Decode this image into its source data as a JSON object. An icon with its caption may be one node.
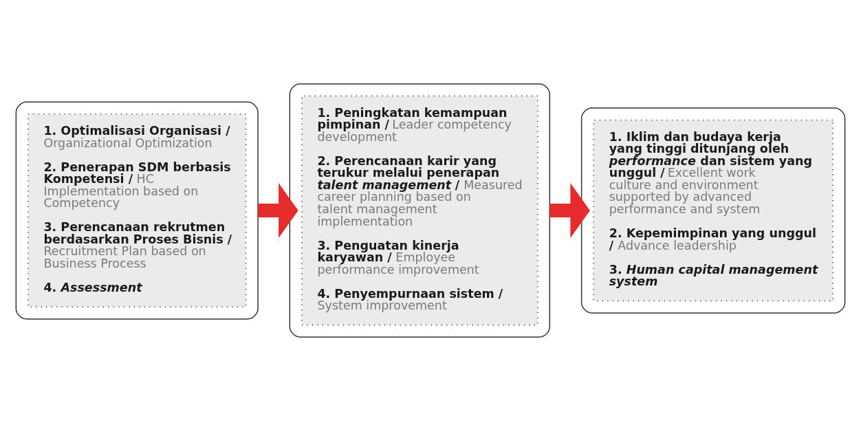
{
  "diagram": {
    "nodes": [
      {
        "text": [],
        "shape": "box"
      },
      {
        "text": [
          "1. Optimalisasi Organisasi /",
          "Organizational Optimization",
          "2. Penerapan SDM berbasis Kompetensi /",
          "HC Implementation based on Competency",
          "3. Perencanaan rekrutmen berdasarkan Proses Bisnis /",
          "Recruitment Plan based on Business Process",
          "4. *Assessment*"
        ],
        "in": 0
      },
      {
        "text": [],
        "shape": "box"
      },
      {
        "text": [
          "1. Peningkatan kemampuan pimpinan /",
          "Leader competency development",
          "2. Perencanaan karir yang terukur melalui penerapan *talent management* /",
          "Measured career planning based on talent management implementation",
          "3. Penguatan kinerja karyawan /",
          "Employee performance improvement",
          "4. Penyempurnaan sistem /",
          "System improvement"
        ],
        "in": 2
      },
      {
        "text": [],
        "shape": "box"
      },
      {
        "text": [
          "1. Iklim dan budaya kerja yang tinggi ditunjang oleh *performance* dan sistem yang unggul /",
          "Excellent work culture and environment supported by advanced performance and system",
          "2. Kepemimpinan yang unggul /",
          "Advance leadership",
          "3. *Human capital management system*"
        ],
        "in": 4
      }
    ],
    "edges": [
      {
        "from": 0,
        "to": 2,
        "arrow": "to"
      },
      {
        "from": 2,
        "to": 4,
        "arrow": "to"
      }
    ]
  }
}
